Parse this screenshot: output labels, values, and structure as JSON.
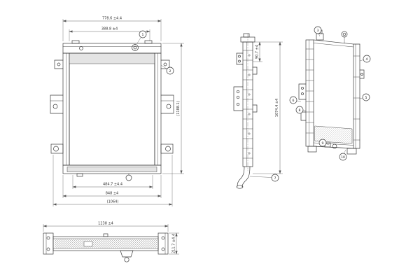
{
  "drawing": {
    "background": "#ffffff",
    "line_color": "#3a3a3a",
    "dim_color": "#555555",
    "front": {
      "dim_top_outer": "778.6 ±4.4",
      "dim_top_inner": "388.8 ±4",
      "dim_side_height": "(1188.1)",
      "dim_bottom_core": "484.7 ±4.4",
      "dim_bottom_mounts": "848 ±4",
      "dim_bottom_overall": "(1064)"
    },
    "side": {
      "dim_depth": "90.7 ±4",
      "dim_height": "1074.4 ±4"
    },
    "bottom": {
      "dim_width": "1238 ±4",
      "dim_depth": "211.7 ±4.4"
    },
    "balloons": {
      "b1": "1",
      "b2": "2",
      "b3": "3",
      "b4": "4",
      "b5": "5",
      "b6": "6",
      "b7": "7",
      "b8": "8",
      "b9": "9",
      "b10": "10"
    }
  }
}
